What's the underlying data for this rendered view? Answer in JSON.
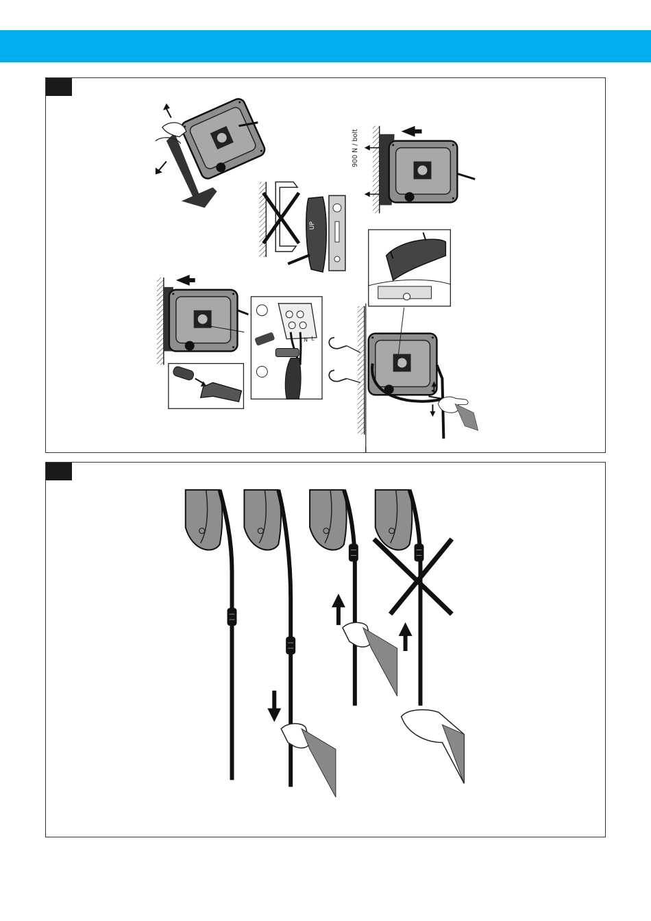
{
  "header": {
    "bar_color": "#00aeef"
  },
  "panels": [
    {
      "id": "installation",
      "force_label": "900 N / bolt",
      "terminal_labels": [
        "N",
        "L"
      ],
      "level_label": "UP"
    },
    {
      "id": "operation"
    }
  ],
  "icons": [
    "reel-unit",
    "wall-bracket",
    "spirit-level",
    "cross-mark",
    "arrow",
    "hand",
    "cable-stop",
    "terminal-block",
    "hook"
  ]
}
